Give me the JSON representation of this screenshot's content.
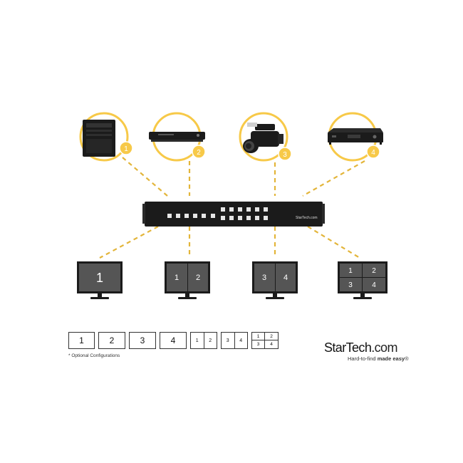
{
  "sources": [
    {
      "id": "1",
      "device": "desktop-tower",
      "label": "1"
    },
    {
      "id": "2",
      "device": "blu-ray-player",
      "label": "2"
    },
    {
      "id": "3",
      "device": "video-camera",
      "label": "3"
    },
    {
      "id": "4",
      "device": "set-top-box",
      "label": "4"
    }
  ],
  "switcher": {
    "device": "multiviewer-switch",
    "brand_text": "StarTech.com"
  },
  "monitors": [
    {
      "layout": "single",
      "labels": [
        "1"
      ]
    },
    {
      "layout": "split-2",
      "labels": [
        "1",
        "2"
      ]
    },
    {
      "layout": "split-2",
      "labels": [
        "3",
        "4"
      ]
    },
    {
      "layout": "quad",
      "labels": [
        "1",
        "2",
        "3",
        "4"
      ]
    }
  ],
  "configurations": {
    "singles": [
      "1",
      "2",
      "3",
      "4"
    ],
    "splits": [
      [
        "1",
        "2"
      ],
      [
        "3",
        "4"
      ]
    ],
    "quad": [
      "1",
      "2",
      "3",
      "4"
    ]
  },
  "note": "* Optional Configurations",
  "brand": {
    "name": "StarTech",
    "suffix": ".com",
    "tagline_prefix": "Hard-to-find ",
    "tagline_bold": "made easy",
    "tagline_suffix": "®"
  },
  "colors": {
    "accent": "#f7c948",
    "accent_dark": "#e3a922",
    "device": "#1b1b1b",
    "screen": "#555555"
  }
}
